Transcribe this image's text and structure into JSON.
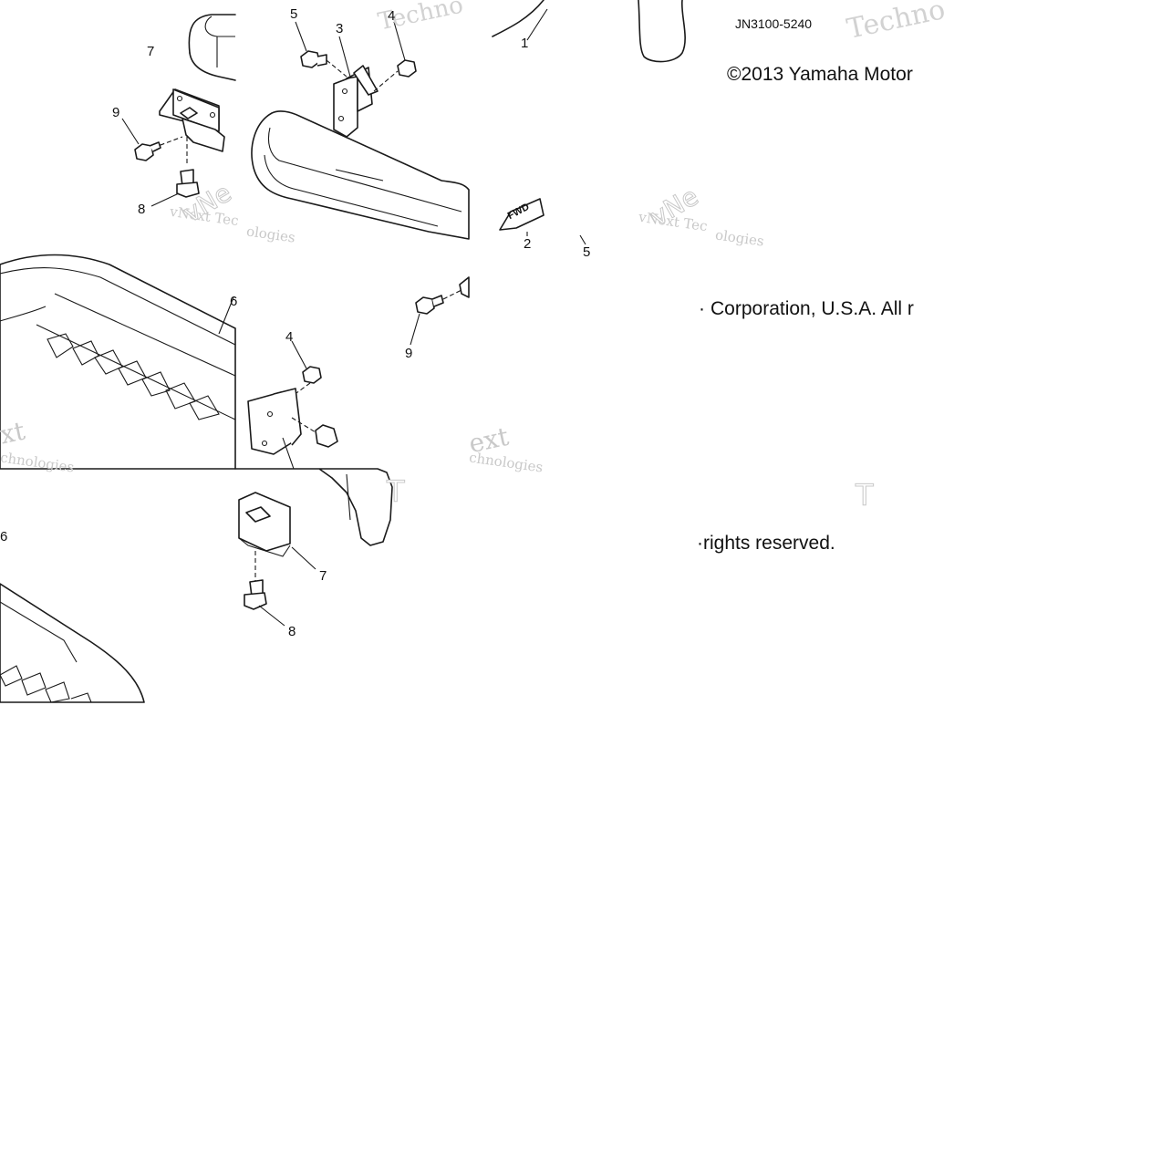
{
  "diagram": {
    "part_code": "JN3100-5240",
    "copyright": {
      "line1": "©2013 Yamaha Motor",
      "line2": "Corporation, U.S.A. All r",
      "line2_prefix": "·",
      "line3": "rights reserved.",
      "line3_prefix": "·"
    },
    "fwd_label": "FWD",
    "callouts": [
      {
        "id": "c5a",
        "label": "5"
      },
      {
        "id": "c3",
        "label": "3"
      },
      {
        "id": "c4a",
        "label": "4"
      },
      {
        "id": "c1",
        "label": "1"
      },
      {
        "id": "c7a",
        "label": "7"
      },
      {
        "id": "c9a",
        "label": "9"
      },
      {
        "id": "c8a",
        "label": "8"
      },
      {
        "id": "c6a",
        "label": "6"
      },
      {
        "id": "c2",
        "label": "2"
      },
      {
        "id": "c5b",
        "label": "5"
      },
      {
        "id": "c9b",
        "label": "9"
      },
      {
        "id": "c4b",
        "label": "4"
      },
      {
        "id": "c6b",
        "label": "6"
      },
      {
        "id": "c7b",
        "label": "7"
      },
      {
        "id": "c8b",
        "label": "8"
      }
    ],
    "watermark": {
      "brand": "vNext Technologies",
      "fragments": [
        "Techno",
        "Techno",
        "vNext Tec",
        "ologies",
        "vNext Tec",
        "ologies",
        "xt",
        "chnologies",
        "ext",
        "chnologies",
        "T",
        "T",
        "vNe",
        "vNe"
      ]
    }
  }
}
